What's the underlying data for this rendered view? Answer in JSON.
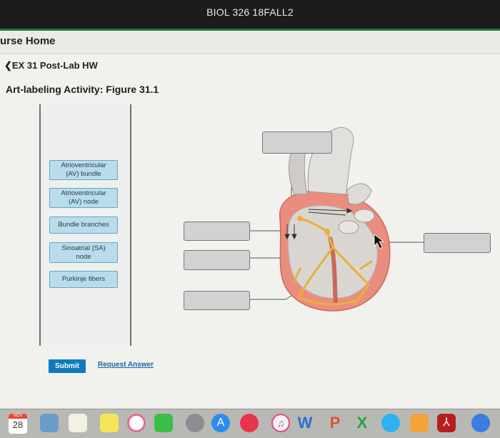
{
  "window": {
    "title": "BIOL 326 18FALL2"
  },
  "nav": {
    "course_home": "urse Home",
    "back_link": "❮EX 31 Post-Lab HW"
  },
  "activity": {
    "title": "Art-labeling Activity: Figure 31.1"
  },
  "labels": [
    {
      "line1": "Atrioventricular",
      "line2": "(AV) bundle"
    },
    {
      "line1": "Atrioventricular",
      "line2": "(AV) node"
    },
    {
      "line1": "Bundle branches",
      "line2": ""
    },
    {
      "line1": "Sinoatrial (SA)",
      "line2": "node"
    },
    {
      "line1": "Purkinje fibers",
      "line2": ""
    }
  ],
  "actions": {
    "submit": "Submit",
    "request_answer": "Request Answer"
  },
  "dock": {
    "calendar_month": "NOV",
    "calendar_day": "28",
    "icons": [
      "preview-icon",
      "notes-icon",
      "stickies-icon",
      "photos-icon",
      "facetime-icon",
      "settings-icon",
      "app-store-icon",
      "news-icon",
      "itunes-icon",
      "word-icon",
      "powerpoint-icon",
      "excel-icon",
      "messages-icon",
      "books-icon",
      "acrobat-icon",
      "safari-icon"
    ]
  },
  "colors": {
    "accent_green": "#1f7a3a",
    "chip_bg": "#b9dcec",
    "submit_blue": "#0f7abf",
    "link_blue": "#1b62a8"
  }
}
